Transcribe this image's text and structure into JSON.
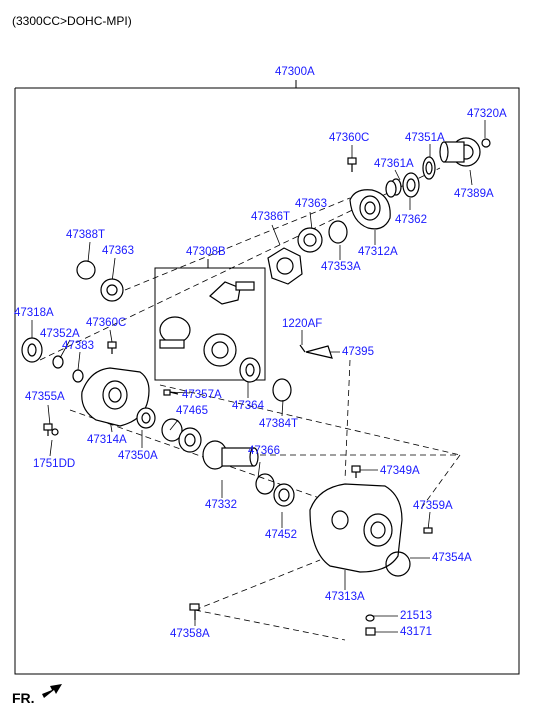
{
  "header": {
    "engine": "(3300CC>DOHC-MPI)"
  },
  "footer": {
    "fr": "FR."
  },
  "colors": {
    "label": "#1a1aff",
    "line": "#000000"
  },
  "labels": {
    "l47300A": "47300A",
    "l47320A": "47320A",
    "l47360C_top": "47360C",
    "l47351A": "47351A",
    "l47361A": "47361A",
    "l47389A": "47389A",
    "l47363_top": "47363",
    "l47386T": "47386T",
    "l47362": "47362",
    "l47312A": "47312A",
    "l47353A": "47353A",
    "l47388T": "47388T",
    "l47363_left": "47363",
    "l47308B": "47308B",
    "l47318A": "47318A",
    "l47360C_left": "47360C",
    "l47352A": "47352A",
    "l47383": "47383",
    "l1220AF": "1220AF",
    "l47395": "47395",
    "l47357A": "47357A",
    "l47355A": "47355A",
    "l47465": "47465",
    "l47364": "47364",
    "l47384T": "47384T",
    "l47314A": "47314A",
    "l47350A": "47350A",
    "l1751DD": "1751DD",
    "l47366": "47366",
    "l47349A": "47349A",
    "l47332": "47332",
    "l47359A": "47359A",
    "l47452": "47452",
    "l47354A": "47354A",
    "l47313A": "47313A",
    "l21513": "21513",
    "l43171": "43171",
    "l47358A": "47358A"
  }
}
